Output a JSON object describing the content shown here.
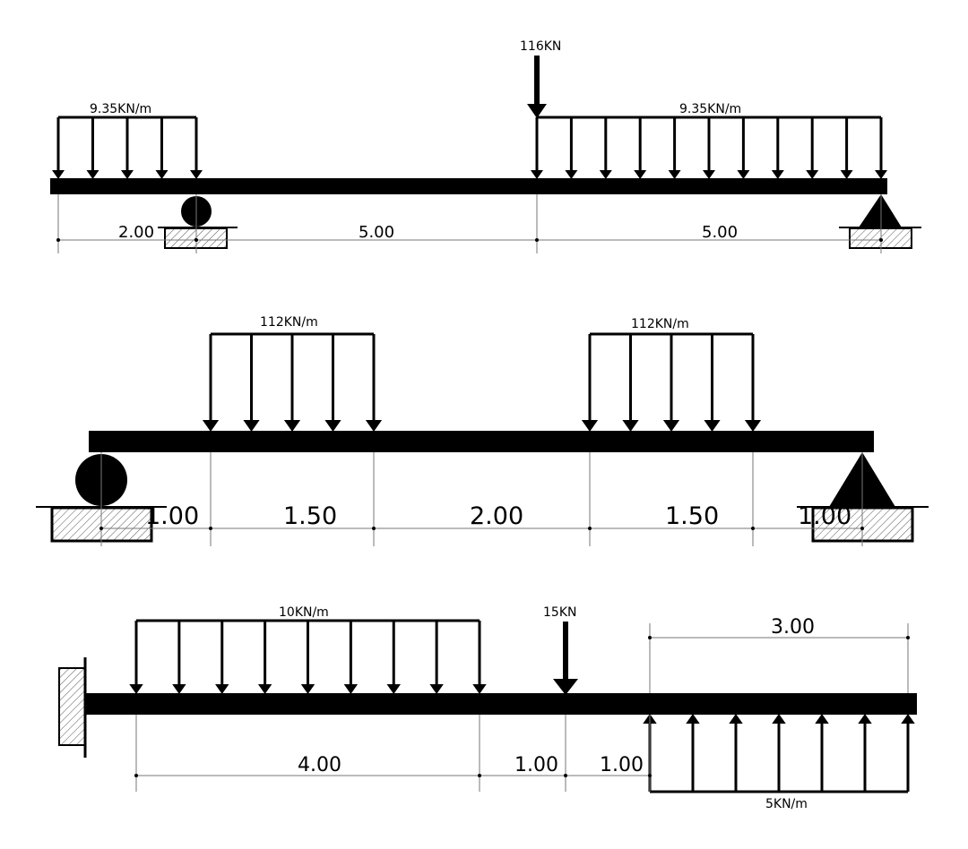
{
  "diagram": {
    "beam1": {
      "load_left": "9.35KN/m",
      "point_load": "116KN",
      "load_right": "9.35KN/m",
      "dims": [
        "2.00",
        "5.00",
        "5.00"
      ]
    },
    "beam2": {
      "load_left": "112KN/m",
      "load_right": "112KN/m",
      "dims": [
        "1.00",
        "1.50",
        "2.00",
        "1.50",
        "1.00"
      ]
    },
    "beam3": {
      "load_left": "10KN/m",
      "point_load": "15KN",
      "load_up": "5KN/m",
      "top_dim": "3.00",
      "dims": [
        "4.00",
        "1.00",
        "1.00"
      ]
    }
  }
}
